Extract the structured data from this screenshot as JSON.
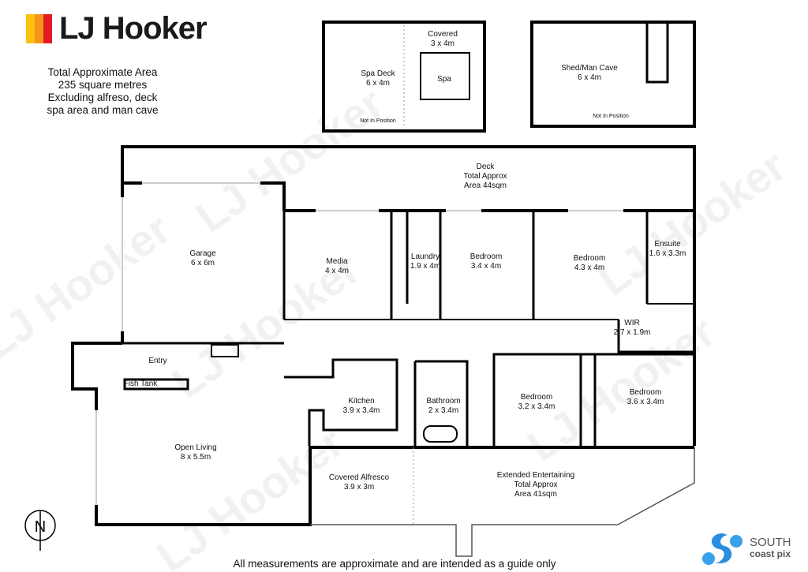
{
  "brand": {
    "name": "LJ Hooker",
    "colors": [
      "#ffc20e",
      "#f7941d",
      "#e31b23"
    ]
  },
  "area_note": [
    "Total Approximate Area",
    "235 square metres",
    "Excluding alfreso, deck",
    "spa area and man cave"
  ],
  "rooms": {
    "spa_deck": [
      "Spa Deck",
      "6 x 4m"
    ],
    "covered": [
      "Covered",
      "3 x 4m"
    ],
    "spa": "Spa",
    "spa_not_in_position": "Not In Position",
    "shed": [
      "Shed/Man Cave",
      "6 x 4m"
    ],
    "shed_not_in_position": "Not In Position",
    "deck": [
      "Deck",
      "Total Approx",
      "Area 44sqm"
    ],
    "garage": [
      "Garage",
      "6 x 6m"
    ],
    "media": [
      "Media",
      "4 x 4m"
    ],
    "laundry": [
      "Laundry",
      "1.9 x 4m"
    ],
    "bedroom1": [
      "Bedroom",
      "3.4 x 4m"
    ],
    "bedroom2": [
      "Bedroom",
      "4.3 x 4m"
    ],
    "ensuite": [
      "Ensuite",
      "1.6 x 3.3m"
    ],
    "wir": [
      "WIR",
      "2.7 x 1.9m"
    ],
    "entry": "Entry",
    "fish_tank": "Fish Tank",
    "kitchen": [
      "Kitchen",
      "3.9 x 3.4m"
    ],
    "bathroom": [
      "Bathroom",
      "2 x 3.4m"
    ],
    "bedroom3": [
      "Bedroom",
      "3.2 x 3.4m"
    ],
    "bedroom4": [
      "Bedroom",
      "3.6 x 3.4m"
    ],
    "open_living": [
      "Open Living",
      "8 x 5.5m"
    ],
    "alfresco": [
      "Covered Alfresco",
      "3.9 x 3m"
    ],
    "entertaining": [
      "Extended Entertaining",
      "Total Approx",
      "Area 41sqm"
    ]
  },
  "compass": "N",
  "footer": "All measurements are approximate and are intended as a guide only",
  "photographer": {
    "line1": "SOUTH",
    "line2": "coast pix",
    "color": "#2a8fe0"
  }
}
